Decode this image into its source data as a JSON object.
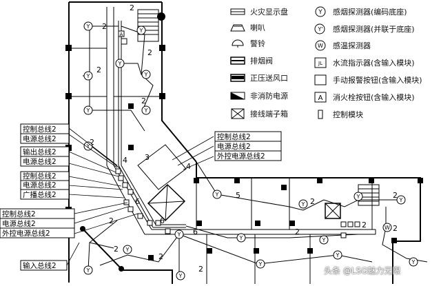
{
  "legend": {
    "left": [
      {
        "icon": "fire-display-panel-icon",
        "label": "火灾显示盘"
      },
      {
        "icon": "speaker-icon",
        "label": "喇叭"
      },
      {
        "icon": "alarm-bell-icon",
        "label": "警铃"
      },
      {
        "icon": "smoke-exhaust-valve-icon",
        "label": "排烟阀"
      },
      {
        "icon": "positive-pressure-vent-icon",
        "label": "正压送风口"
      },
      {
        "icon": "non-fire-power-icon",
        "label": "非消防电源"
      },
      {
        "icon": "junction-box-icon",
        "label": "接线端子箱"
      }
    ],
    "right": [
      {
        "icon": "smoke-detector-coded-icon",
        "symbol": "Y",
        "label": "感烟探测器(编码底座)"
      },
      {
        "icon": "smoke-detector-parallel-icon",
        "symbol": "Y'",
        "label": "感烟探测器(并联于底座)"
      },
      {
        "icon": "heat-detector-icon",
        "symbol": "W",
        "label": "感温探测器"
      },
      {
        "icon": "water-flow-indicator-icon",
        "symbol": "JL",
        "label": "水流指示器(含输入模块)"
      },
      {
        "icon": "manual-alarm-button-icon",
        "symbol": "",
        "label": "手动报警按钮(含输入模块)"
      },
      {
        "icon": "hydrant-button-icon",
        "symbol": "A",
        "label": "消火栓按钮(含输入模块)"
      },
      {
        "icon": "control-module-icon",
        "symbol": "",
        "label": "控制模块"
      }
    ]
  },
  "bus_labels": {
    "group1": [
      "控制总线2",
      "电源总线2"
    ],
    "group2": [
      "输出总线2",
      "电源总线2"
    ],
    "group3": [
      "控制总线2",
      "电源总线2",
      "广播总线2"
    ],
    "group4": [
      "控制总线2",
      "电源总线2",
      "外控电源总线2"
    ],
    "group5": [
      "控制总线2",
      "电源总线2",
      "外控电源总线2"
    ],
    "input_bus": "输入总线2"
  },
  "detector_symbol": "Y",
  "smoke_parallel_symbol": "Y'",
  "heat_symbol": "W",
  "hydrant_symbol": "A",
  "wire_counts": {
    "two": "2",
    "three": "3",
    "four": "4",
    "five": "5",
    "six": "6"
  },
  "watermark": "头条 @LSG魅力无限"
}
